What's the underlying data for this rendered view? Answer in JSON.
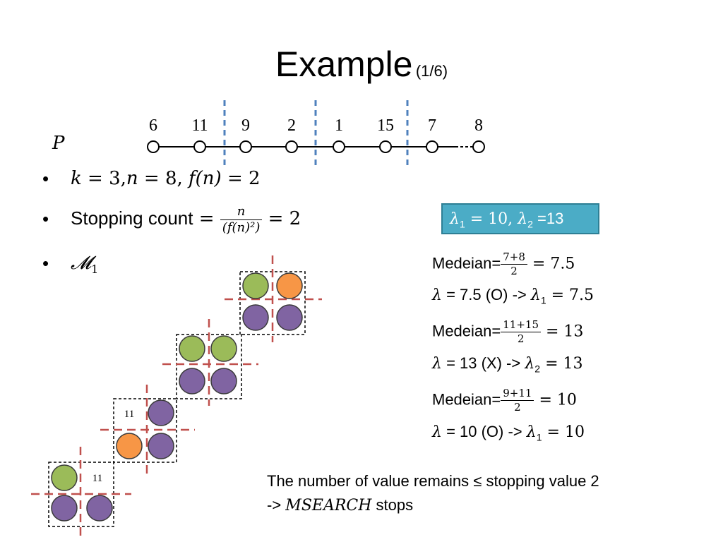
{
  "slide": {
    "title": "Example",
    "subtitle": "(1/6)"
  },
  "sequence": {
    "label": "P",
    "values": [
      "6",
      "11",
      "9",
      "2",
      "1",
      "15",
      "7",
      "8"
    ]
  },
  "bullets": {
    "b1": {
      "k": "k",
      "eq1": " = 3,",
      "n": "n",
      "eq2": " = 8, ",
      "f": "f",
      "paren": "(n)",
      "eq3": " = 2"
    },
    "b2": {
      "label": "Stopping count",
      "eq": " = ",
      "num": "n",
      "den": "(f(n)²)",
      "result": " = 2"
    },
    "b3": {
      "symbol": "𝓜",
      "sub": "1"
    }
  },
  "lambda_box": {
    "text_a": "λ",
    "sub_a": "1",
    "mid": " = 10, ",
    "text_b": "λ",
    "sub_b": "2",
    "end": " =13"
  },
  "medians": [
    {
      "label": "Medeian=",
      "num": "7+8",
      "den": "2",
      "result": " = 7.5",
      "lambda": "λ",
      "lambda_eq": " = 7.5 (O) -> ",
      "lambda2": "λ",
      "lambda2_sub": "1",
      "lambda2_val": " = 7.5"
    },
    {
      "label": "Medeian=",
      "num": "11+15",
      "den": "2",
      "result": " = 13",
      "lambda": "λ",
      "lambda_eq": " = 13 (X) -> ",
      "lambda2": "λ",
      "lambda2_sub": "2",
      "lambda2_val": " = 13"
    },
    {
      "label": "Medeian=",
      "num": "9+11",
      "den": "2",
      "result": " = 10",
      "lambda": "λ",
      "lambda_eq": " = 10 (O) -> ",
      "lambda2": "λ",
      "lambda2_sub": "1",
      "lambda2_val": " = 10"
    }
  ],
  "bottom": {
    "line1": "The number of value remains ≤ stopping value 2",
    "line2_prefix": "-> ",
    "line2_math": "MSEARCH",
    "line2_suffix": " stops"
  },
  "grid_cell_label": "11",
  "colors": {
    "green": "#9bbb59",
    "orange": "#f79646",
    "purple": "#8064a2",
    "blue_dash": "#4f81bd",
    "red_dash": "#c0504d",
    "lambda_box_bg": "#4bacc6",
    "circle_outline": "#3a3a3a"
  }
}
